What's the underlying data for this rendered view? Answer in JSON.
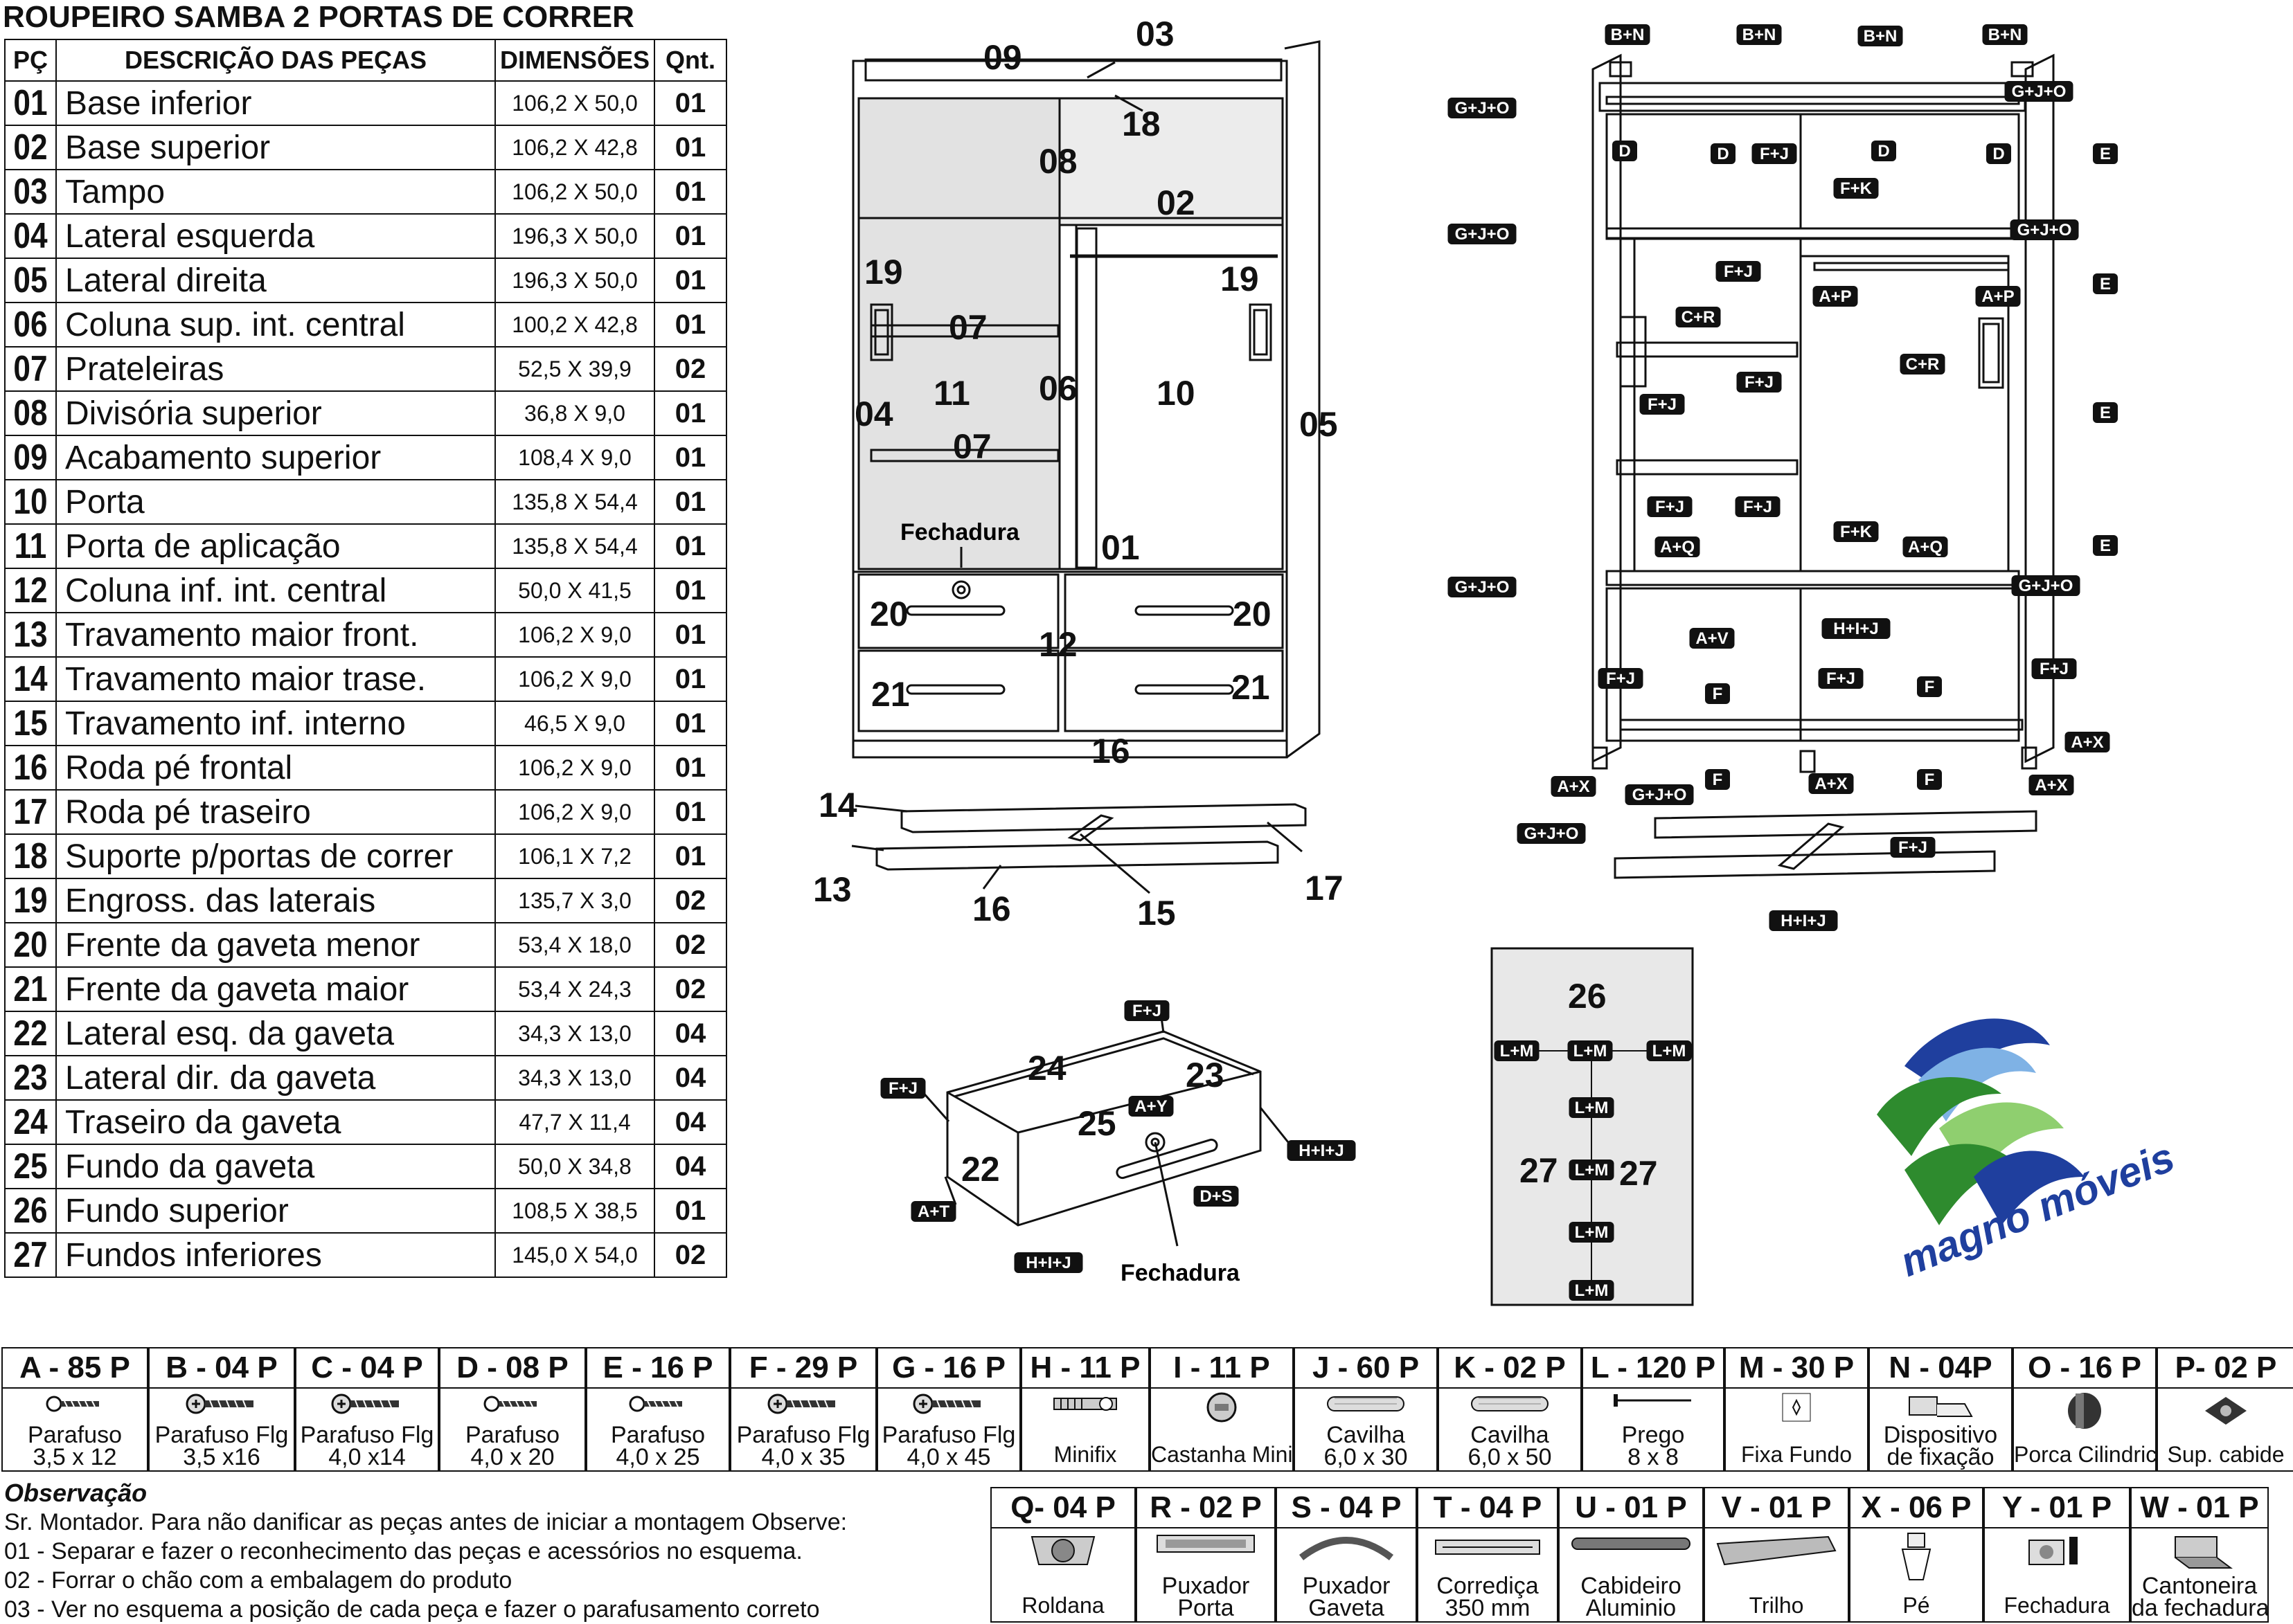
{
  "title": "ROUPEIRO SAMBA 2 PORTAS DE CORRER",
  "table": {
    "headers": {
      "pc": "PÇ",
      "desc": "DESCRIÇÃO DAS PEÇAS",
      "dim": "DIMENSÕES",
      "qt": "Qnt."
    },
    "rows": [
      {
        "pc": "01",
        "desc": "Base inferior",
        "dim": "106,2 X 50,0",
        "qt": "01"
      },
      {
        "pc": "02",
        "desc": "Base superior",
        "dim": "106,2 X 42,8",
        "qt": "01"
      },
      {
        "pc": "03",
        "desc": "Tampo",
        "dim": "106,2 X 50,0",
        "qt": "01"
      },
      {
        "pc": "04",
        "desc": "Lateral esquerda",
        "dim": "196,3 X 50,0",
        "qt": "01"
      },
      {
        "pc": "05",
        "desc": "Lateral direita",
        "dim": "196,3 X 50,0",
        "qt": "01"
      },
      {
        "pc": "06",
        "desc": "Coluna sup. int. central",
        "dim": "100,2 X 42,8",
        "qt": "01"
      },
      {
        "pc": "07",
        "desc": "Prateleiras",
        "dim": "52,5 X 39,9",
        "qt": "02"
      },
      {
        "pc": "08",
        "desc": "Divisória superior",
        "dim": "36,8 X 9,0",
        "qt": "01"
      },
      {
        "pc": "09",
        "desc": "Acabamento superior",
        "dim": "108,4 X 9,0",
        "qt": "01"
      },
      {
        "pc": "10",
        "desc": "Porta",
        "dim": "135,8 X 54,4",
        "qt": "01"
      },
      {
        "pc": "11",
        "desc": "Porta de aplicação",
        "dim": "135,8 X 54,4",
        "qt": "01"
      },
      {
        "pc": "12",
        "desc": "Coluna inf. int. central",
        "dim": "50,0 X 41,5",
        "qt": "01"
      },
      {
        "pc": "13",
        "desc": "Travamento maior front.",
        "dim": "106,2 X 9,0",
        "qt": "01"
      },
      {
        "pc": "14",
        "desc": "Travamento maior trase.",
        "dim": "106,2 X 9,0",
        "qt": "01"
      },
      {
        "pc": "15",
        "desc": "Travamento inf. interno",
        "dim": "46,5 X 9,0",
        "qt": "01"
      },
      {
        "pc": "16",
        "desc": "Roda pé frontal",
        "dim": "106,2 X 9,0",
        "qt": "01"
      },
      {
        "pc": "17",
        "desc": "Roda pé traseiro",
        "dim": "106,2 X 9,0",
        "qt": "01"
      },
      {
        "pc": "18",
        "desc": "Suporte p/portas de correr",
        "dim": "106,1 X 7,2",
        "qt": "01"
      },
      {
        "pc": "19",
        "desc": "Engross. das laterais",
        "dim": "135,7 X 3,0",
        "qt": "02"
      },
      {
        "pc": "20",
        "desc": "Frente da gaveta menor",
        "dim": "53,4 X 18,0",
        "qt": "02"
      },
      {
        "pc": "21",
        "desc": "Frente da gaveta maior",
        "dim": "53,4 X 24,3",
        "qt": "02"
      },
      {
        "pc": "22",
        "desc": "Lateral esq. da gaveta",
        "dim": "34,3 X 13,0",
        "qt": "04"
      },
      {
        "pc": "23",
        "desc": "Lateral dir. da gaveta",
        "dim": "34,3 X 13,0",
        "qt": "04"
      },
      {
        "pc": "24",
        "desc": "Traseiro da gaveta",
        "dim": "47,7 X 11,4",
        "qt": "04"
      },
      {
        "pc": "25",
        "desc": "Fundo da gaveta",
        "dim": "50,0 X 34,8",
        "qt": "04"
      },
      {
        "pc": "26",
        "desc": "Fundo superior",
        "dim": "108,5 X 38,5",
        "qt": "01"
      },
      {
        "pc": "27",
        "desc": "Fundos inferiores",
        "dim": "145,0 X 54,0",
        "qt": "02"
      }
    ]
  },
  "hardware_row1": [
    {
      "code": "A - 85 P",
      "name": "Parafuso",
      "size": "3,5 x 12",
      "icon": "screw-icon"
    },
    {
      "code": "B - 04 P",
      "name": "Parafuso Flg",
      "size": "3,5 x16",
      "icon": "flange-screw-icon"
    },
    {
      "code": "C - 04 P",
      "name": "Parafuso Flg",
      "size": "4,0 x14",
      "icon": "flange-screw-icon"
    },
    {
      "code": "D - 08 P",
      "name": "Parafuso",
      "size": "4,0 x 20",
      "icon": "screw-icon"
    },
    {
      "code": "E - 16 P",
      "name": "Parafuso",
      "size": "4,0 x 25",
      "icon": "screw-icon"
    },
    {
      "code": "F - 29 P",
      "name": "Parafuso Flg",
      "size": "4,0 x 35",
      "icon": "flange-screw-icon"
    },
    {
      "code": "G - 16 P",
      "name": "Parafuso Flg",
      "size": "4,0 x 45",
      "icon": "flange-screw-icon"
    },
    {
      "code": "H - 11 P",
      "name": "Minifix",
      "size": "",
      "icon": "minifix-icon"
    },
    {
      "code": "I - 11 P",
      "name": "Castanha Minifix",
      "size": "",
      "icon": "cam-nut-icon"
    },
    {
      "code": "J - 60 P",
      "name": "Cavilha",
      "size": "6,0 x 30",
      "icon": "dowel-icon"
    },
    {
      "code": "K - 02 P",
      "name": "Cavilha",
      "size": "6,0 x 50",
      "icon": "dowel-icon"
    },
    {
      "code": "L - 120 P",
      "name": "Prego",
      "size": "8 x 8",
      "icon": "nail-icon"
    },
    {
      "code": "M - 30 P",
      "name": "Fixa Fundo",
      "size": "",
      "icon": "back-fixer-icon"
    },
    {
      "code": "N - 04P",
      "name": "Dispositivo",
      "size": "de fixação",
      "icon": "fixing-device-icon"
    },
    {
      "code": "O - 16 P",
      "name": "Porca Cilindrica",
      "size": "",
      "icon": "cylinder-nut-icon"
    },
    {
      "code": "P- 02 P",
      "name": "Sup. cabide",
      "size": "",
      "icon": "hanger-support-icon"
    }
  ],
  "hardware_row2": [
    {
      "code": "Q- 04 P",
      "name": "Roldana",
      "size": "",
      "icon": "pulley-icon"
    },
    {
      "code": "R - 02 P",
      "name": "Puxador",
      "size": "Porta",
      "icon": "door-handle-icon"
    },
    {
      "code": "S - 04 P",
      "name": "Puxador",
      "size": "Gaveta",
      "icon": "drawer-handle-icon"
    },
    {
      "code": "T - 04 P",
      "name": "Corrediça",
      "size": "350 mm",
      "icon": "slide-rail-icon"
    },
    {
      "code": "U - 01 P",
      "name": "Cabideiro",
      "size": "Aluminio",
      "icon": "hanger-rod-icon"
    },
    {
      "code": "V - 01 P",
      "name": "Trilho",
      "size": "",
      "icon": "track-icon"
    },
    {
      "code": "X - 06 P",
      "name": "Pé",
      "size": "",
      "icon": "foot-icon"
    },
    {
      "code": "Y - 01 P",
      "name": "Fechadura",
      "size": "",
      "icon": "lock-icon"
    },
    {
      "code": "W - 01 P",
      "name": "Cantoneira",
      "size": "da fechadura",
      "icon": "lock-bracket-icon"
    }
  ],
  "observation": {
    "title": "Observação",
    "lines": [
      "Sr. Montador.  Para não danificar as peças antes de iniciar a montagem Observe:",
      "01 - Separar e fazer o reconhecimento das peças e acessórios no esquema.",
      "02 - Forrar o chão com a embalagem do produto",
      "03 - Ver no esquema a posição de cada peça e fazer o parafusamento correto"
    ]
  },
  "front_view": {
    "labels": [
      "09",
      "03",
      "18",
      "08",
      "02",
      "19",
      "19",
      "07",
      "11",
      "06",
      "10",
      "04",
      "05",
      "07",
      "01",
      "20",
      "20",
      "12",
      "21",
      "21",
      "16"
    ],
    "fechadura": "Fechadura"
  },
  "base_view": {
    "labels": [
      "14",
      "13",
      "16",
      "15",
      "17"
    ]
  },
  "drawer_view": {
    "labels": [
      "24",
      "23",
      "25",
      "22"
    ],
    "tags": [
      "F+J",
      "F+J",
      "A+Y",
      "H+I+J",
      "D+S",
      "A+T",
      "H+I+J"
    ],
    "fechadura": "Fechadura"
  },
  "back_panel": {
    "labels": [
      "26",
      "27",
      "27"
    ],
    "tags": [
      "L+M",
      "L+M",
      "L+M",
      "L+M",
      "L+M",
      "L+M",
      "L+M"
    ]
  },
  "exploded_view": {
    "tags": [
      "B+N",
      "B+N",
      "B+N",
      "B+N",
      "G+J+O",
      "G+J+O",
      "D",
      "D",
      "F+J",
      "D",
      "D",
      "E",
      "F+K",
      "G+J+O",
      "G+J+O",
      "F+J",
      "A+P",
      "A+P",
      "E",
      "C+R",
      "C+R",
      "F+J",
      "F+J",
      "E",
      "F+J",
      "F+J",
      "F+K",
      "A+Q",
      "A+Q",
      "E",
      "G+J+O",
      "G+J+O",
      "A+V",
      "H+I+J",
      "F+J",
      "F+J",
      "F",
      "F",
      "F+J",
      "A+X",
      "A+X",
      "A+X",
      "G+J+O",
      "G+J+O",
      "F",
      "F",
      "F+J",
      "H+I+J",
      "A+X"
    ]
  },
  "logo": {
    "text": "magno móveis",
    "colors": {
      "blue": "#1f3f9e",
      "green": "#2e8b2e",
      "light": "#7fb2e5"
    }
  }
}
